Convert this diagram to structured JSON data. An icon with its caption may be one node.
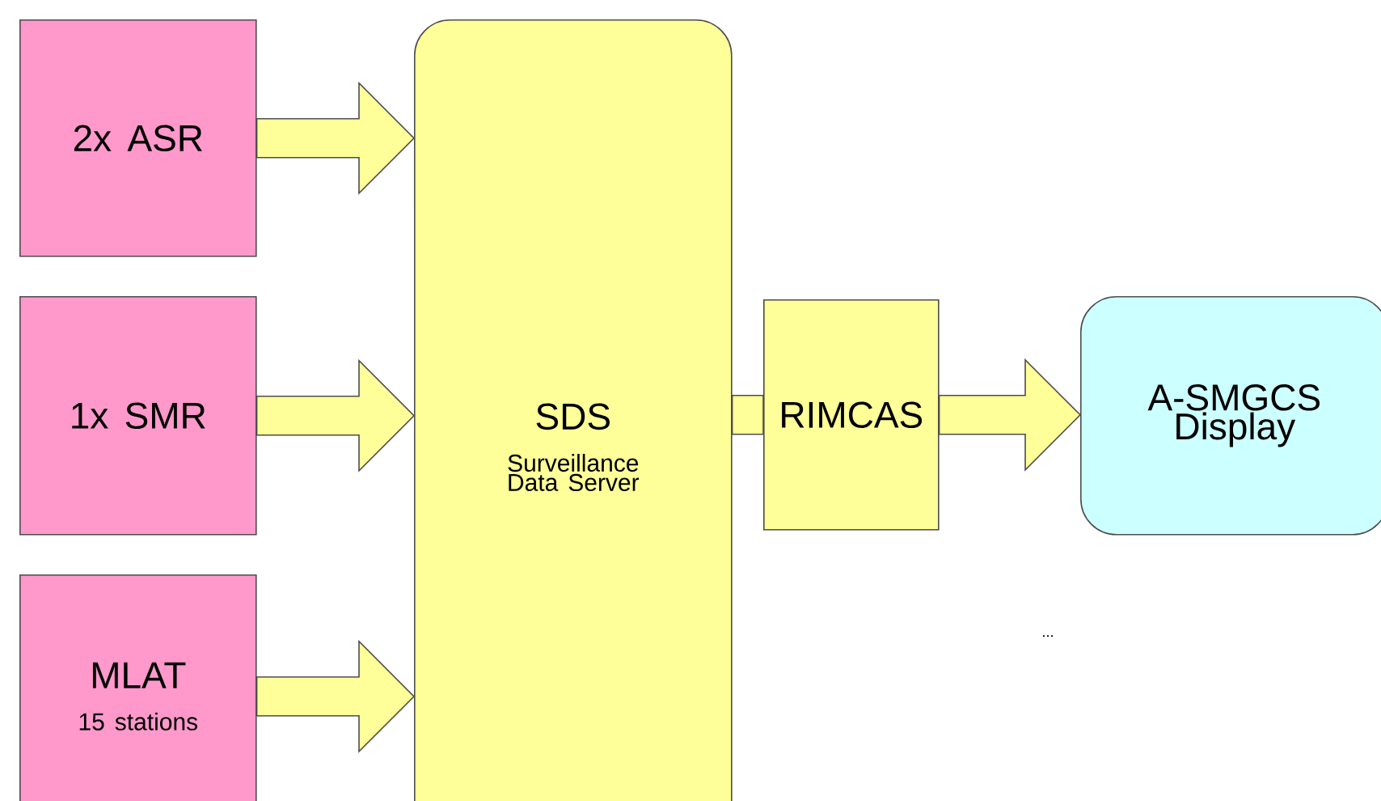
{
  "diagram": {
    "nodes": [
      {
        "text": [
          "2x ASR"
        ]
      },
      {
        "text": [
          "1x SMR"
        ]
      },
      {
        "text": [
          "MLAT",
          "15 stations"
        ]
      },
      {
        "text": [
          "SDS",
          "Surveillance Data Server"
        ]
      },
      {
        "text": [
          "RIMCAS"
        ]
      },
      {
        "text": [
          "A-SMGCS Display"
        ]
      }
    ],
    "edges": [
      {
        "from": 0,
        "to": 3,
        "arrow": "to"
      },
      {
        "from": 1,
        "to": 3,
        "arrow": "to"
      },
      {
        "from": 2,
        "to": 3,
        "arrow": "to"
      },
      {
        "from": 3,
        "to": 4,
        "arrow": "none"
      },
      {
        "from": 4,
        "to": 5,
        "arrow": "to"
      }
    ],
    "labels": [
      "..."
    ]
  }
}
